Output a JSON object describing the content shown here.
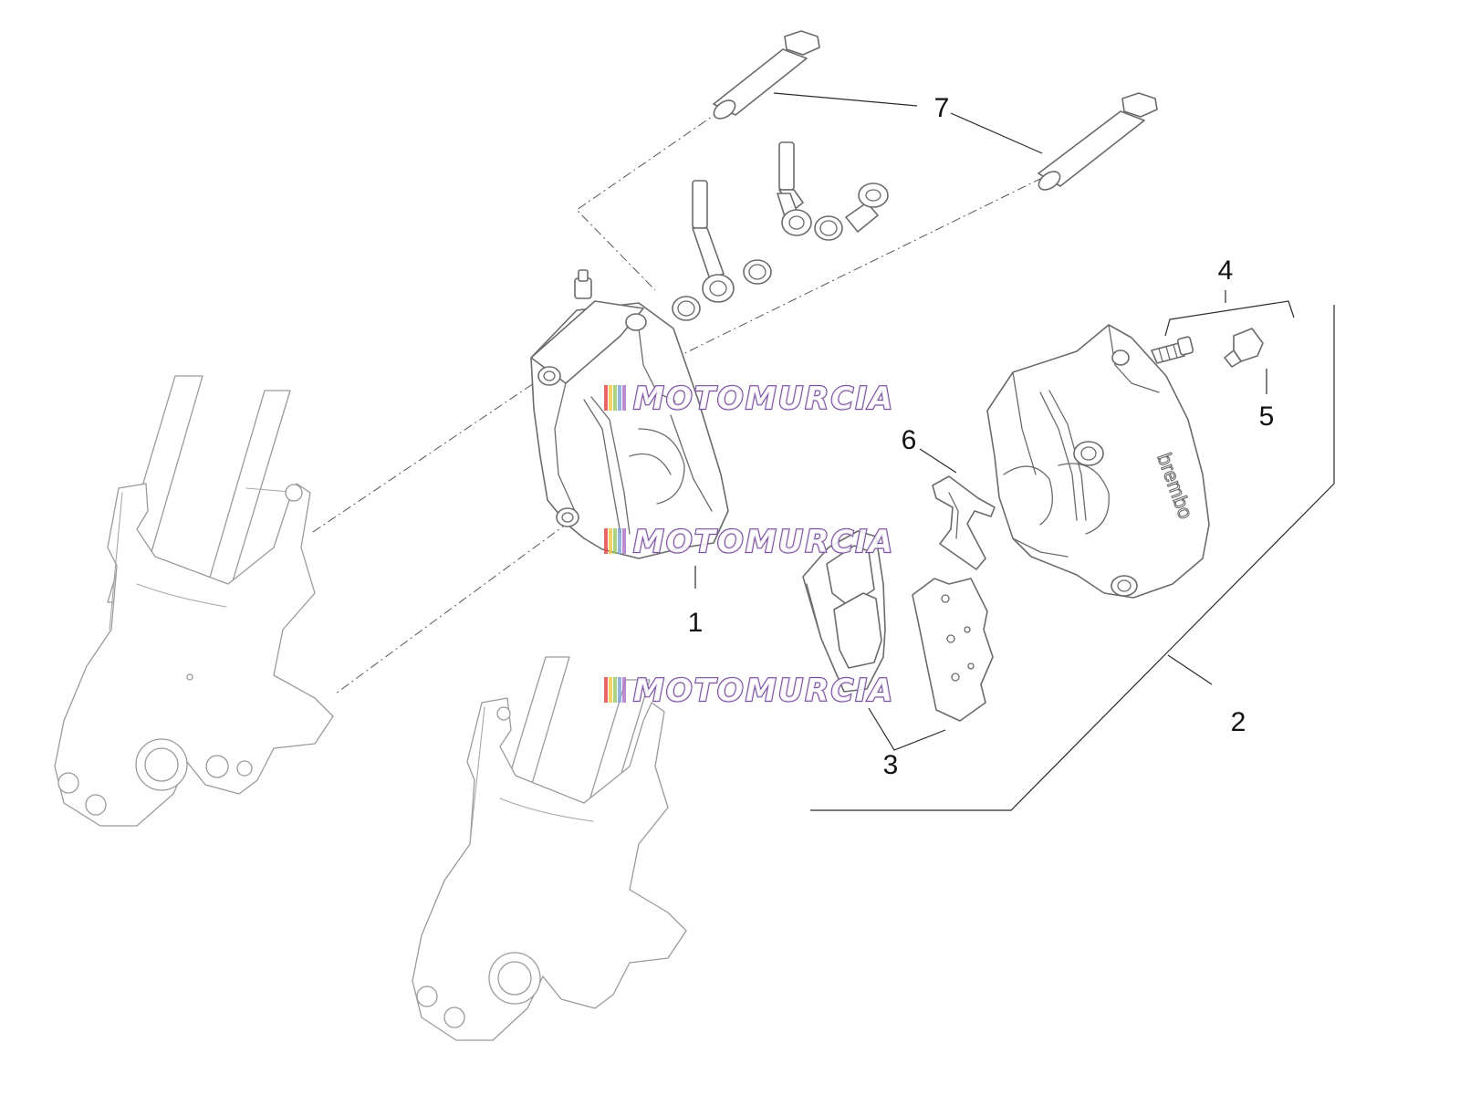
{
  "callouts": {
    "c1": "1",
    "c2": "2",
    "c3": "3",
    "c4": "4",
    "c5": "5",
    "c6": "6",
    "c7": "7"
  },
  "caliper_brand": "brembo",
  "watermark": {
    "text": "MOTOMURCIA",
    "stripe_colors": [
      "#e34b4b",
      "#f2c94c",
      "#9ecb6a",
      "#7fa7d8",
      "#b277c8"
    ],
    "text_color": "#7a4fa0"
  }
}
